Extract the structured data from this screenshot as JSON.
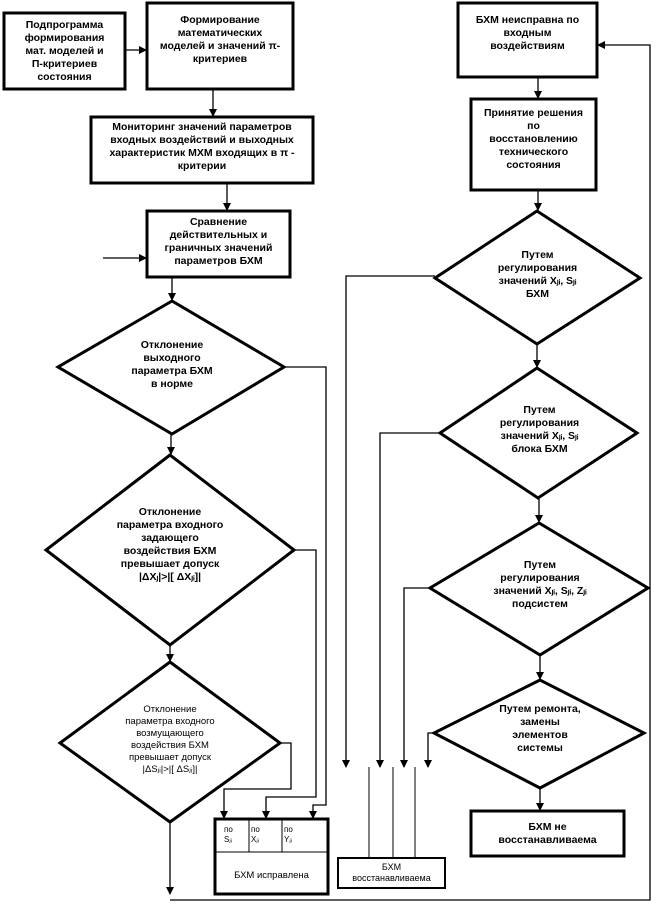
{
  "nodes": {
    "subprogram": "Подпрограмма\nформирования\nмат. моделей и\nП-критериев\nсостояния",
    "forming": "Формирование\nматематических\nмоделей и значений π-\nкритериев",
    "monitoring": "Мониторинг значений параметров\nвходных воздействий и выходных\nхарактеристик МХМ входящих в π -\nкритерии",
    "compare": "Сравнение\nдействительных и\nграничных значений\nпараметров БХМ",
    "dec_output": "Отклонение\nвыходного\nпараметра БХМ\nв норме",
    "dec_input_setting": "Отклонение\nпараметра входного\nзадающего\nвоздействия БХМ\nпревышает допуск\n|ΔXⱼ|>|[ ΔXⱼᵢ]|",
    "dec_input_disturb": "Отклонение\nпараметра входного\nвозмущающего\nвоздействия БХМ\nпревышает допуск\n|ΔSⱼᵢ|>|[ ΔSⱼᵢ]|",
    "ok_cells": [
      "по\nSⱼᵢ",
      "по\nXⱼᵢ",
      "по\nYⱼᵢ"
    ],
    "ok_label": "БХМ  исправлена",
    "faulty": "БХМ неисправна по\nвходным\nвоздействиям",
    "decision": "Принятие решения\nпо\nвосстановлению\nтехнического\nсостояния",
    "way1": "Путем\nрегулирования\nзначений Xⱼᵢ, Sⱼᵢ\nБХМ",
    "way2": "Путем\nрегулирования\nзначений Xⱼᵢ, Sⱼᵢ\nблока БХМ",
    "way3": "Путем\nрегулирования\nзначений Xⱼᵢ, Sⱼᵢ, Zⱼᵢ\nподсистем",
    "way4": "Путем ремонта,\nзамены\nэлементов\nсистемы",
    "restorable": "БХМ\nвосстанавливаема",
    "not_restorable": "БХМ  не\nвосстанавливаема"
  }
}
